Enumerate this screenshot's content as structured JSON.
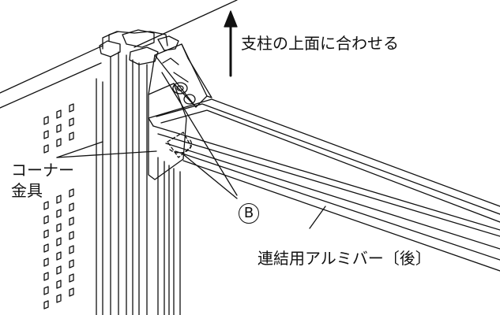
{
  "labels": {
    "top_instruction": "支柱の上面に合わせる",
    "corner_line1": "コーナー",
    "corner_line2": "金具",
    "marker": "B",
    "bar": "連結用アルミバー〔後〕"
  },
  "colors": {
    "line": "#111111",
    "background": "#ffffff"
  }
}
